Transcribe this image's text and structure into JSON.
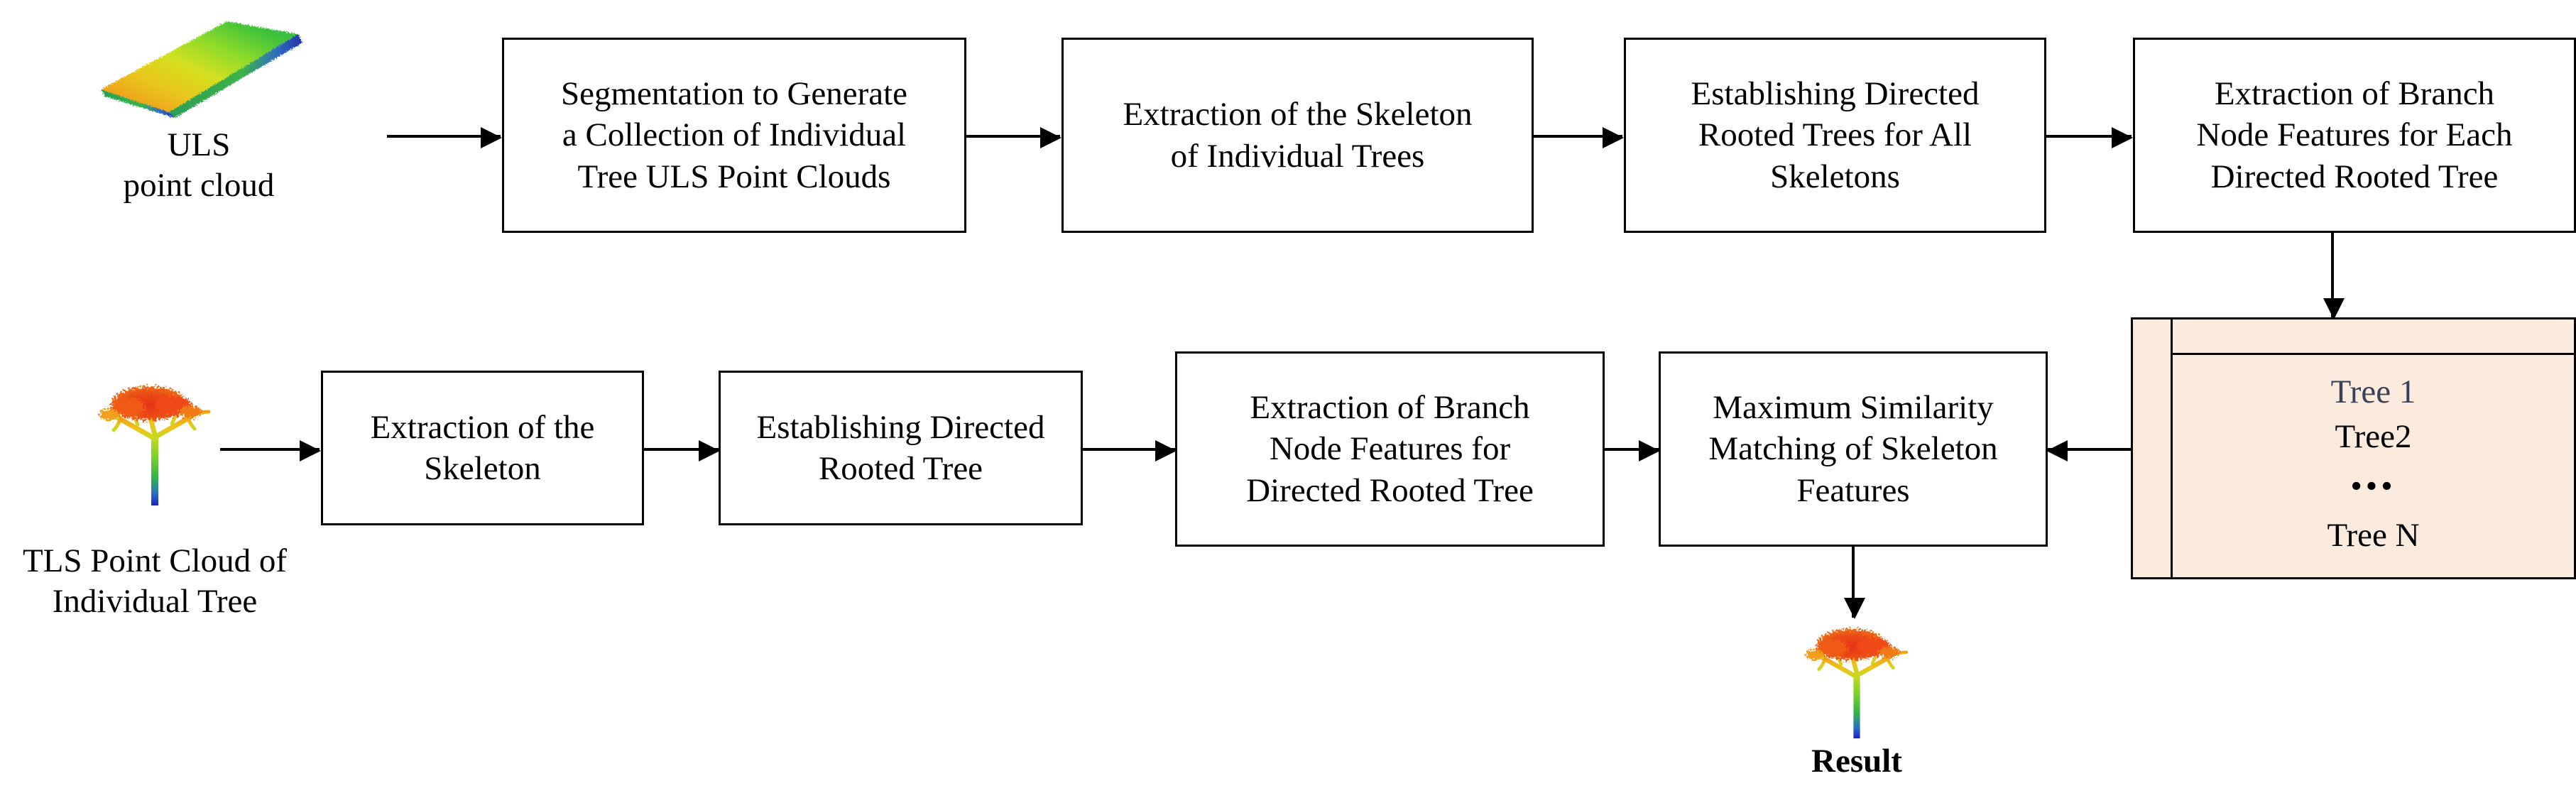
{
  "figure": {
    "type": "flowchart",
    "background": "#ffffff",
    "stroke": "#000000",
    "table_fill": "#fbeade",
    "tree1_text_color": "#3b4257"
  },
  "inputs": [
    {
      "id": "uls-input",
      "icon": "uls-point-cloud-image",
      "caption": "ULS\npoint cloud"
    },
    {
      "id": "tls-input",
      "icon": "tls-tree-point-cloud-image",
      "caption": "TLS Point Cloud of\nIndividual Tree"
    }
  ],
  "row1": [
    {
      "id": "segmentation",
      "label": "Segmentation to Generate\na Collection of Individual\nTree ULS Point Clouds"
    },
    {
      "id": "skeleton-extraction-uls",
      "label": "Extraction of the Skeleton\nof Individual Trees"
    },
    {
      "id": "directed-rooted-trees-all",
      "label": "Establishing Directed\nRooted Trees for All\nSkeletons"
    },
    {
      "id": "branch-node-features-each",
      "label": "Extraction of Branch\nNode Features for Each\nDirected Rooted Tree"
    }
  ],
  "row2": [
    {
      "id": "skeleton-extraction-tls",
      "label": "Extraction of the\nSkeleton"
    },
    {
      "id": "directed-rooted-tree",
      "label": "Establishing Directed\nRooted Tree"
    },
    {
      "id": "branch-node-features",
      "label": "Extraction of Branch\nNode Features for\nDirected Rooted Tree"
    },
    {
      "id": "similarity-matching",
      "label": "Maximum Similarity\nMatching of Skeleton\nFeatures"
    }
  ],
  "tree_table": {
    "id": "tree-feature-database",
    "entries": [
      "Tree 1",
      "Tree2",
      "•••",
      "Tree N"
    ]
  },
  "result": {
    "icon": "result-tree-point-cloud-image",
    "label": "Result"
  }
}
